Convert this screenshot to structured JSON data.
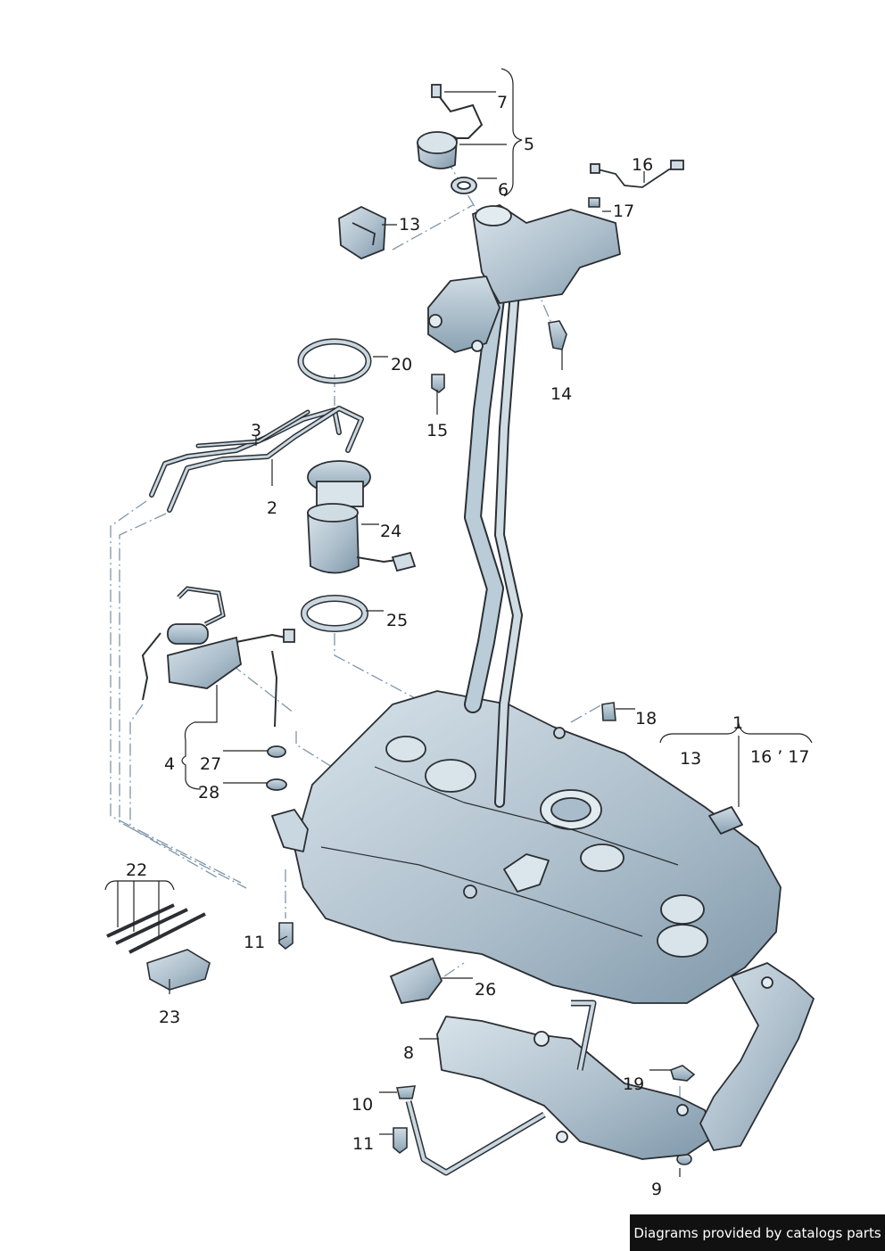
{
  "labels": {
    "p1": "1",
    "p2": "2",
    "p3": "3",
    "p4": "4",
    "p5": "5",
    "p6": "6",
    "p7": "7",
    "p8": "8",
    "p9": "9",
    "p10": "10",
    "p11a": "11",
    "p11b": "11",
    "p13a": "13",
    "p13b": "13",
    "p14": "14",
    "p15": "15",
    "p16": "16",
    "p1617": "16 ’ 17",
    "p17": "17",
    "p18": "18",
    "p19": "19",
    "p20": "20",
    "p22": "22",
    "p23": "23",
    "p24": "24",
    "p25": "25",
    "p26": "26",
    "p27": "27",
    "p28": "28"
  },
  "credit": "Diagrams provided by catalogs parts",
  "colors": {
    "part_fill": "#b9ccd8",
    "part_dark": "#7f98aa",
    "outline": "#2b2f33",
    "leader": "#222222",
    "dash": "#7f96a8"
  }
}
